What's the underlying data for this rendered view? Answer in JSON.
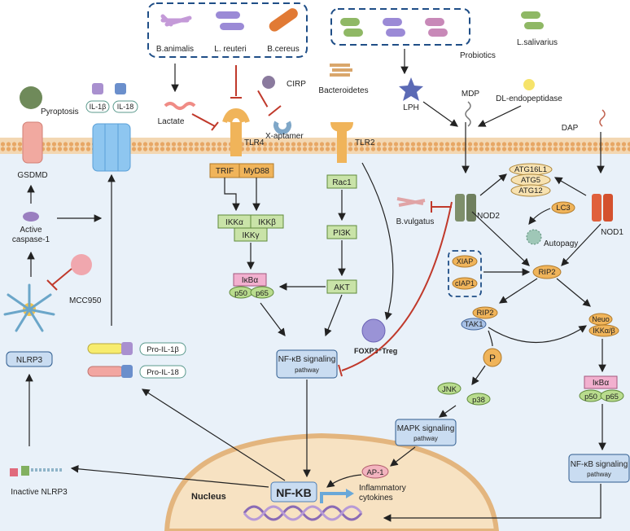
{
  "bacteria_group": {
    "b_animalis": "B.animalis",
    "l_reuteri": "L. reuteri",
    "b_cereus": "B.cereus"
  },
  "probiotics": "Probiotics",
  "l_salivarius": "L.salivarius",
  "lph": "LPH",
  "mdp": "MDP",
  "dl_endopeptidase": "DL-endopeptidase",
  "dap": "DAP",
  "cirp": "CIRP",
  "x_aptamer": "X-aptamer",
  "lactate": "Lactate",
  "bacteroidetes": "Bacteroidetes",
  "tlr4": "TLR4",
  "tlr2": "TLR2",
  "pyroptosis": "Pyroptosis",
  "il1b": "IL-1β",
  "il18": "IL-18",
  "gsdmd": "GSDMD",
  "active_caspase": [
    "Active",
    "caspase-1"
  ],
  "mcc950": "MCC950",
  "nlrp3": "NLRP3",
  "inactive_nlrp3": "Inactive NLRP3",
  "pro_il1b": "Pro-IL-1β",
  "pro_il18": "Pro-IL-18",
  "trif": "TRIF",
  "myd88": "MyD88",
  "ikka": "IKKα",
  "ikkb": "IKKβ",
  "ikkg": "IKKγ",
  "ikba": "IκBα",
  "p50": "p50",
  "p65": "p65",
  "rac1": "Rac1",
  "pi3k": "PI3K",
  "akt": "AKT",
  "foxp3_treg": "FOXP3⁺Treg",
  "nfkb_pathway_center": [
    "NF-κB signaling",
    "pathway"
  ],
  "b_vulgatus": "B.vulgatus",
  "nod2": "NOD2",
  "nod1": "NOD1",
  "atg": [
    "ATG16L1",
    "ATG5",
    "ATG12"
  ],
  "lc3": "LC3",
  "autophagy": "Autopagy",
  "xiap": "XIAP",
  "ciap1": "cIAP1",
  "rip2": "RIP2",
  "rip2_b": "RIP2",
  "tak1": "TAK1",
  "neuo": "Neuo",
  "ikkab": "IKKα/β",
  "p_label": "P",
  "jnk": "JNK",
  "p38": "p38",
  "mapk_pathway": [
    "MAPK signaling",
    "pathway"
  ],
  "nfkb_pathway_right": [
    "NF-κB signaling",
    "pathway"
  ],
  "nucleus": "Nucleus",
  "nfkb_nucleus": "NF-KB",
  "ap1": "AP-1",
  "inflammatory": [
    "Inflammatory",
    "cytokines"
  ],
  "colors": {
    "membrane": "#e8b47a",
    "cytoplasm": "#e9f1f9",
    "nucleus": "#f7e2c2",
    "green_box": "#c9e3a8",
    "blue_box": "#c9dcf1",
    "orange": "#f0b45a",
    "red_inhibit": "#c0392b"
  }
}
